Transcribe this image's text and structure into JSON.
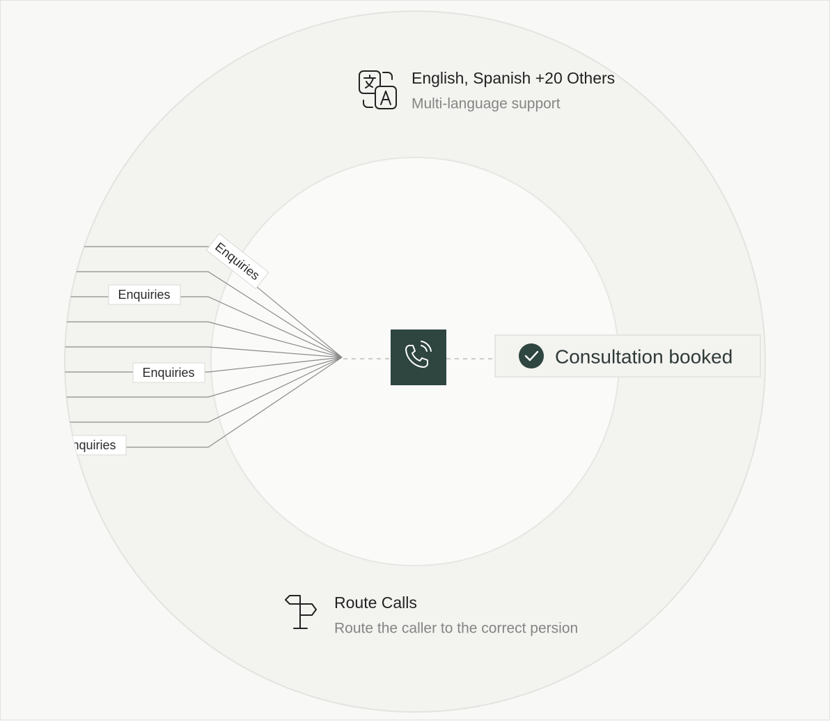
{
  "languages": {
    "title": "English, Spanish +20 Others",
    "subtitle": "Multi-language support",
    "icon": "translate-icon"
  },
  "routing": {
    "title": "Route Calls",
    "subtitle": "Route the caller to the correct persion",
    "icon": "signpost-icon"
  },
  "call_tags": [
    "Enquiries",
    "Enquiries",
    "Enquiries",
    "Enquiries"
  ],
  "phone": {
    "icon": "phone-call-icon"
  },
  "outcome": {
    "label": "Consultation booked",
    "icon": "check-circle-icon"
  },
  "colors": {
    "background": "#f8f8f6",
    "outer_ring": "#f3f3f0",
    "inner_disc": "#fafaf9",
    "accent": "#2e4540",
    "line": "#888888"
  }
}
